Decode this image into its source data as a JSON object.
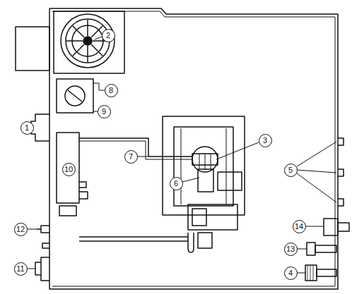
{
  "diagram": {
    "labels": [
      "2",
      "8",
      "9",
      "1",
      "3",
      "7",
      "10",
      "6",
      "5",
      "12",
      "14",
      "13",
      "11",
      "4"
    ]
  }
}
